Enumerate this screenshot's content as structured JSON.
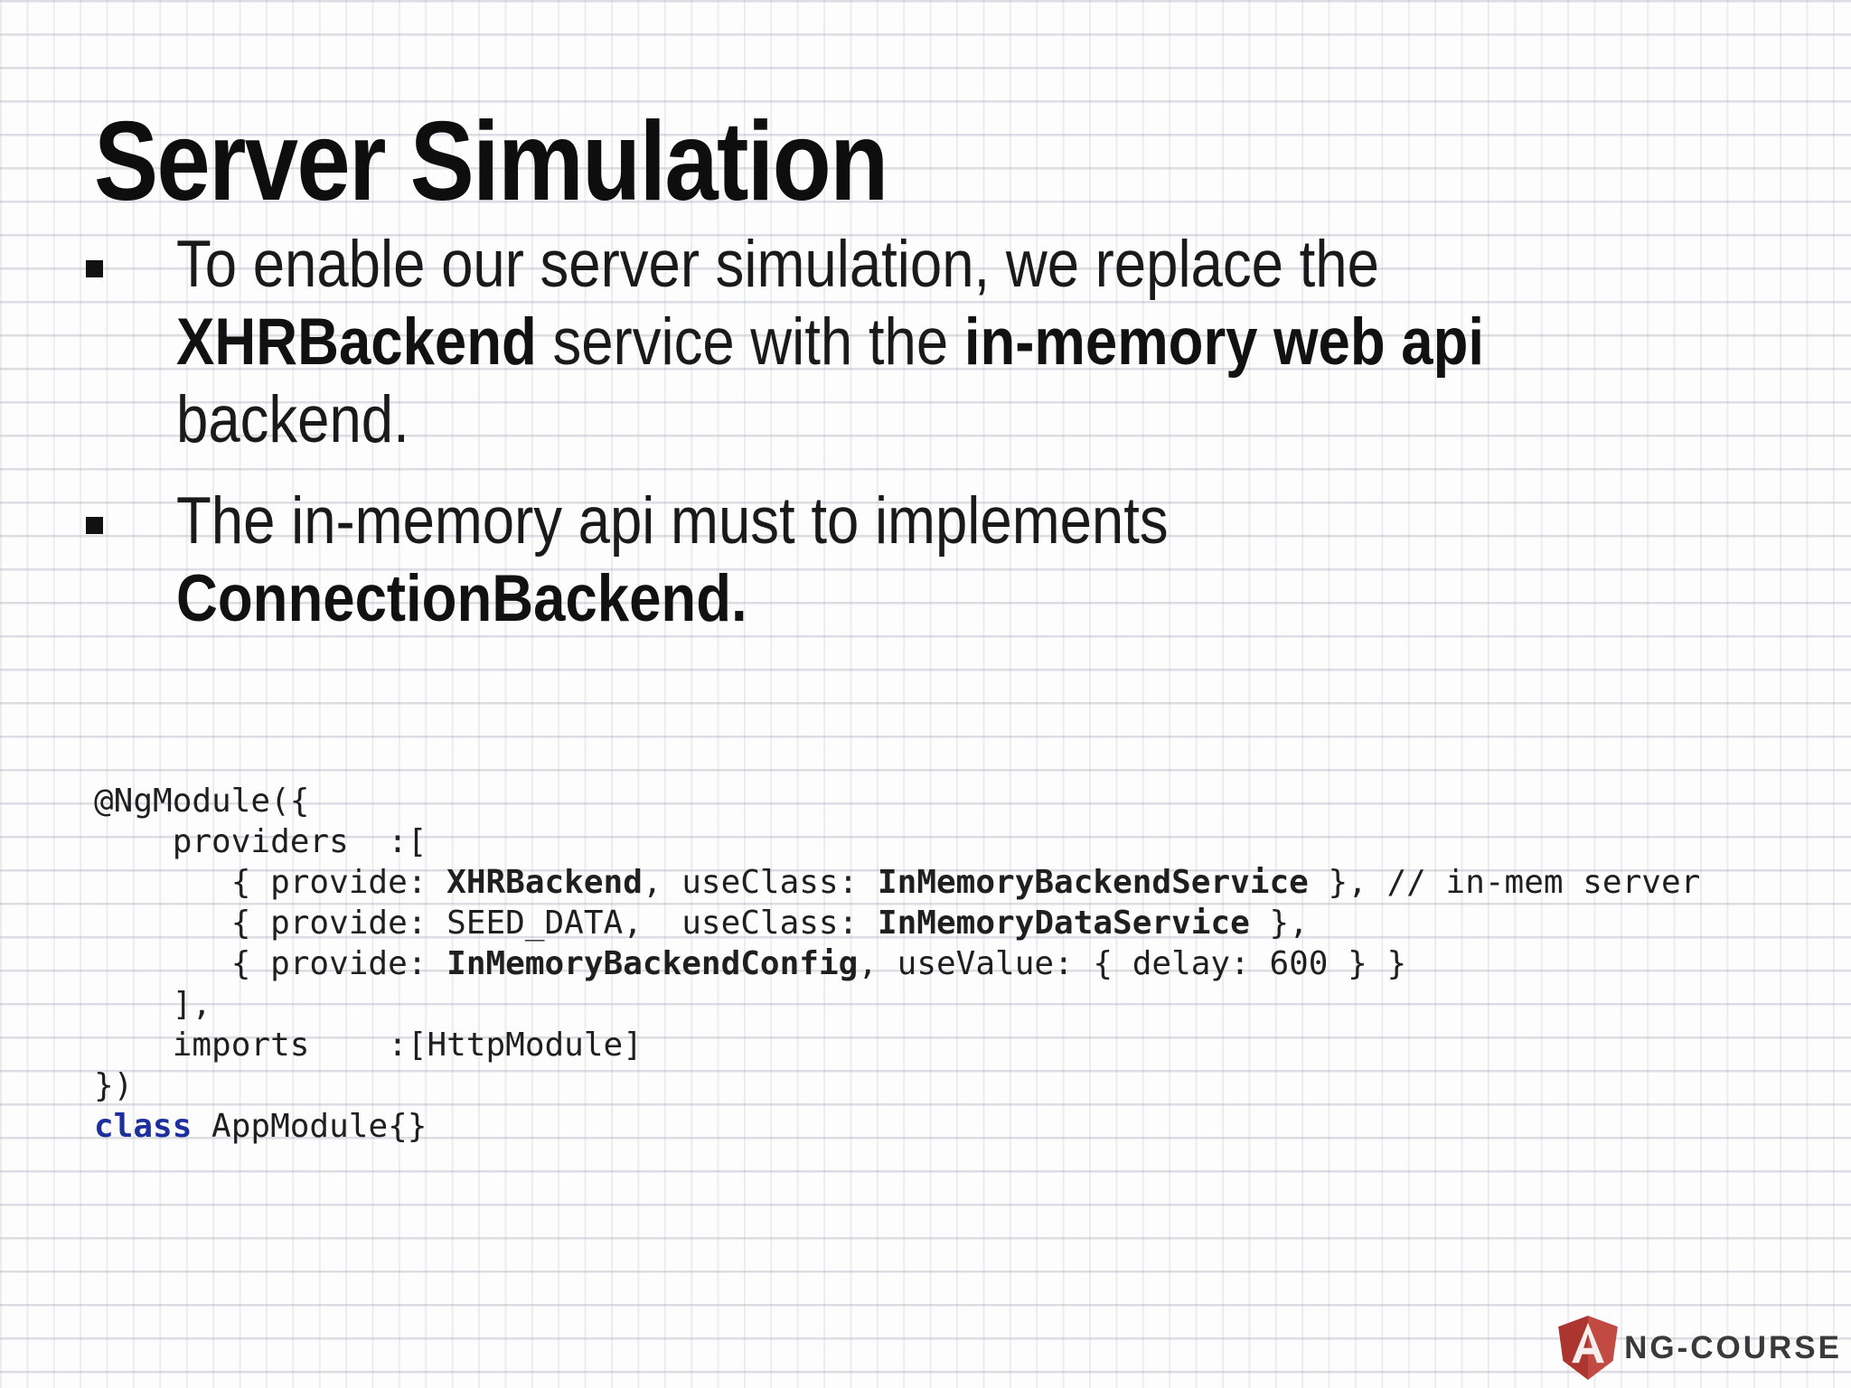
{
  "slide": {
    "title": "Server Simulation",
    "bullets": [
      {
        "lines": [
          [
            {
              "t": "To enable our server simulation, we replace the"
            }
          ],
          [
            {
              "t": "XHRBackend",
              "b": true
            },
            {
              "t": " service with the "
            },
            {
              "t": "in-memory web api",
              "b": true
            }
          ],
          [
            {
              "t": "backend."
            }
          ]
        ]
      },
      {
        "lines": [
          [
            {
              "t": "The in-memory api must to implements"
            }
          ],
          [
            {
              "t": "ConnectionBackend.",
              "b": true
            }
          ]
        ]
      }
    ],
    "code": {
      "lines": [
        [
          {
            "t": "@NgModule({"
          }
        ],
        [
          {
            "t": "    providers  :["
          }
        ],
        [
          {
            "t": "       { provide: "
          },
          {
            "t": "XHRBackend",
            "b": true
          },
          {
            "t": ", useClass: "
          },
          {
            "t": "InMemoryBackendService",
            "b": true
          },
          {
            "t": " }, // in-mem server"
          }
        ],
        [
          {
            "t": "       { provide: SEED_DATA,  useClass: "
          },
          {
            "t": "InMemoryDataService",
            "b": true
          },
          {
            "t": " },"
          }
        ],
        [
          {
            "t": "       { provide: "
          },
          {
            "t": "InMemoryBackendConfig",
            "b": true
          },
          {
            "t": ", useValue: { delay: 600 } }"
          }
        ],
        [
          {
            "t": "    ],"
          }
        ],
        [
          {
            "t": "    imports    :[HttpModule]"
          }
        ],
        [
          {
            "t": "})"
          }
        ],
        [
          {
            "t": "class",
            "b": true,
            "k": true
          },
          {
            "t": " AppModule{}"
          }
        ]
      ]
    },
    "logo": {
      "label": "NG-COURSE",
      "icon": "angular-shield-icon"
    },
    "colors": {
      "keyword": "#1c2f9c",
      "heading": "#0e0e0e",
      "body_text": "#1a1a1a",
      "code_text": "#1f1f1f",
      "grid_line": "#e4e5ec",
      "logo_red_dark": "#ac3530",
      "logo_red_light": "#c14a42",
      "logo_letter": "#f7efed",
      "logo_text": "#3a3a3a"
    }
  }
}
